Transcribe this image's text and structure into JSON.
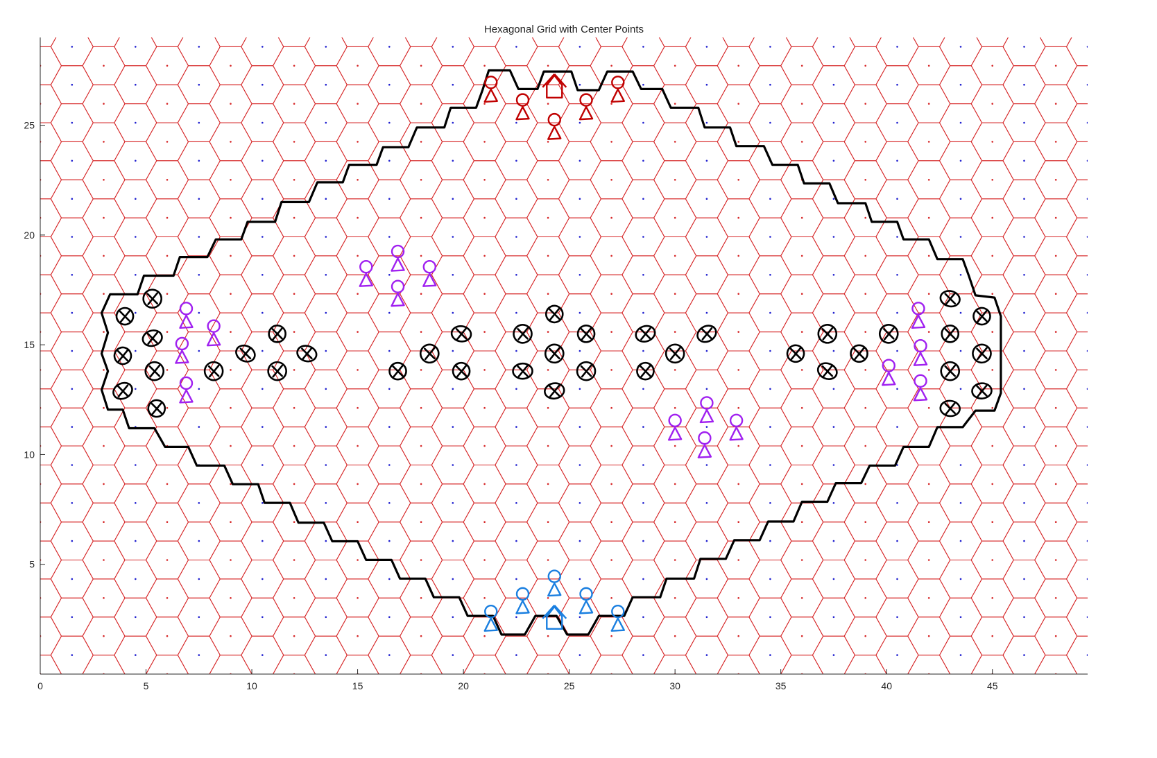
{
  "chart_data": {
    "type": "scatter",
    "title": "Hexagonal Grid with Center Points",
    "xlabel": "",
    "ylabel": "",
    "xlim": [
      0,
      49.5
    ],
    "ylim": [
      0,
      29
    ],
    "x_ticks": [
      0,
      5,
      10,
      15,
      20,
      25,
      30,
      35,
      40,
      45
    ],
    "y_ticks": [
      5,
      10,
      15,
      20,
      25
    ],
    "grid": false,
    "hex_grid": {
      "edge_length": 1,
      "column_spacing": 1.5,
      "row_spacing": 1.732,
      "hex_edge_color": "#d62728",
      "even_column_center_color": "#d62728",
      "odd_column_center_color": "#1f1fcf"
    },
    "colors": {
      "boundary": "#000000",
      "enemy_team": "#c00000",
      "friendly_team": "#1a7fe0",
      "neutral_units": "#a020f0",
      "obstacles": "#000000"
    },
    "annotations": {
      "boundary_outline": [
        [
          2.9,
          16.45
        ],
        [
          3.3,
          17.3
        ],
        [
          4.6,
          17.3
        ],
        [
          4.9,
          18.15
        ],
        [
          6.3,
          18.15
        ],
        [
          6.6,
          19.0
        ],
        [
          7.9,
          19.0
        ],
        [
          8.3,
          19.8
        ],
        [
          9.5,
          19.8
        ],
        [
          9.8,
          20.6
        ],
        [
          11.1,
          20.6
        ],
        [
          11.4,
          21.5
        ],
        [
          12.7,
          21.5
        ],
        [
          13.1,
          22.4
        ],
        [
          14.3,
          22.4
        ],
        [
          14.6,
          23.2
        ],
        [
          15.9,
          23.2
        ],
        [
          16.2,
          24.0
        ],
        [
          17.4,
          24.0
        ],
        [
          17.8,
          24.9
        ],
        [
          19.1,
          24.9
        ],
        [
          19.4,
          25.8
        ],
        [
          20.6,
          25.8
        ],
        [
          20.9,
          26.6
        ],
        [
          21.2,
          27.5
        ],
        [
          22.2,
          27.5
        ],
        [
          22.6,
          26.65
        ],
        [
          23.5,
          26.65
        ],
        [
          23.8,
          27.45
        ],
        [
          25.1,
          27.45
        ],
        [
          25.4,
          26.6
        ],
        [
          26.4,
          26.6
        ],
        [
          26.8,
          27.45
        ],
        [
          28.0,
          27.45
        ],
        [
          28.4,
          26.65
        ],
        [
          29.4,
          26.65
        ],
        [
          29.8,
          25.8
        ],
        [
          31.1,
          25.8
        ],
        [
          31.4,
          24.9
        ],
        [
          32.6,
          24.9
        ],
        [
          32.9,
          24.05
        ],
        [
          34.2,
          24.05
        ],
        [
          34.6,
          23.2
        ],
        [
          35.8,
          23.2
        ],
        [
          36.1,
          22.35
        ],
        [
          37.3,
          22.35
        ],
        [
          37.7,
          21.45
        ],
        [
          39.0,
          21.45
        ],
        [
          39.3,
          20.6
        ],
        [
          40.5,
          20.6
        ],
        [
          40.8,
          19.8
        ],
        [
          42.0,
          19.8
        ],
        [
          42.4,
          18.9
        ],
        [
          43.6,
          18.9
        ],
        [
          43.9,
          18.1
        ],
        [
          44.2,
          17.25
        ],
        [
          45.1,
          17.15
        ],
        [
          45.4,
          16.3
        ],
        [
          45.4,
          12.8
        ],
        [
          45.1,
          12.0
        ],
        [
          44.2,
          12.0
        ],
        [
          43.6,
          11.25
        ],
        [
          42.4,
          11.25
        ],
        [
          42.0,
          10.35
        ],
        [
          40.8,
          10.35
        ],
        [
          40.4,
          9.5
        ],
        [
          39.2,
          9.5
        ],
        [
          38.8,
          8.7
        ],
        [
          37.6,
          8.7
        ],
        [
          37.2,
          7.85
        ],
        [
          36.0,
          7.85
        ],
        [
          35.6,
          6.95
        ],
        [
          34.4,
          6.95
        ],
        [
          34.0,
          6.1
        ],
        [
          32.8,
          6.1
        ],
        [
          32.4,
          5.25
        ],
        [
          31.2,
          5.25
        ],
        [
          30.9,
          4.35
        ],
        [
          29.6,
          4.35
        ],
        [
          29.3,
          3.5
        ],
        [
          28.0,
          3.5
        ],
        [
          27.6,
          2.65
        ],
        [
          26.4,
          2.65
        ],
        [
          25.9,
          1.8
        ],
        [
          24.9,
          1.8
        ],
        [
          24.4,
          2.65
        ],
        [
          23.4,
          2.65
        ],
        [
          22.9,
          1.8
        ],
        [
          21.8,
          1.8
        ],
        [
          21.4,
          2.65
        ],
        [
          20.2,
          2.65
        ],
        [
          19.8,
          3.5
        ],
        [
          18.6,
          3.5
        ],
        [
          18.2,
          4.35
        ],
        [
          17.0,
          4.35
        ],
        [
          16.6,
          5.2
        ],
        [
          15.4,
          5.2
        ],
        [
          15.0,
          6.05
        ],
        [
          13.8,
          6.05
        ],
        [
          13.4,
          6.9
        ],
        [
          12.2,
          6.9
        ],
        [
          11.8,
          7.8
        ],
        [
          10.6,
          7.8
        ],
        [
          10.3,
          8.65
        ],
        [
          9.1,
          8.65
        ],
        [
          8.7,
          9.5
        ],
        [
          7.4,
          9.5
        ],
        [
          7.0,
          10.35
        ],
        [
          5.9,
          10.35
        ],
        [
          5.4,
          11.2
        ],
        [
          4.2,
          11.2
        ],
        [
          3.9,
          12.05
        ],
        [
          3.2,
          12.05
        ],
        [
          2.9,
          12.95
        ],
        [
          3.2,
          13.8
        ],
        [
          2.9,
          14.6
        ],
        [
          3.2,
          15.55
        ],
        [
          2.9,
          16.45
        ]
      ],
      "enemy_team_units": [
        {
          "kind": "unit",
          "x": 21.3,
          "y": 26.7
        },
        {
          "kind": "unit",
          "x": 22.8,
          "y": 25.9
        },
        {
          "kind": "base",
          "x": 24.3,
          "y": 26.7
        },
        {
          "kind": "unit",
          "x": 24.3,
          "y": 25.0
        },
        {
          "kind": "unit",
          "x": 25.8,
          "y": 25.9
        },
        {
          "kind": "unit",
          "x": 27.3,
          "y": 26.7
        }
      ],
      "friendly_team_units": [
        {
          "kind": "unit",
          "x": 21.3,
          "y": 2.6
        },
        {
          "kind": "unit",
          "x": 22.8,
          "y": 3.4
        },
        {
          "kind": "unit",
          "x": 24.3,
          "y": 4.2
        },
        {
          "kind": "base",
          "x": 24.3,
          "y": 2.5
        },
        {
          "kind": "unit",
          "x": 25.8,
          "y": 3.4
        },
        {
          "kind": "unit",
          "x": 27.3,
          "y": 2.6
        }
      ],
      "neutral_units": [
        {
          "x": 6.9,
          "y": 16.4
        },
        {
          "x": 6.7,
          "y": 14.8
        },
        {
          "x": 6.9,
          "y": 13.0
        },
        {
          "x": 8.2,
          "y": 15.6
        },
        {
          "x": 15.4,
          "y": 18.3
        },
        {
          "x": 16.9,
          "y": 19.0
        },
        {
          "x": 16.9,
          "y": 17.4
        },
        {
          "x": 18.4,
          "y": 18.3
        },
        {
          "x": 30.0,
          "y": 11.3
        },
        {
          "x": 31.5,
          "y": 12.1
        },
        {
          "x": 31.4,
          "y": 10.5
        },
        {
          "x": 32.9,
          "y": 11.3
        },
        {
          "x": 41.5,
          "y": 16.4
        },
        {
          "x": 41.6,
          "y": 14.7
        },
        {
          "x": 40.1,
          "y": 13.8
        },
        {
          "x": 41.6,
          "y": 13.1
        }
      ],
      "obstacles": [
        {
          "x": 4.0,
          "y": 16.3
        },
        {
          "x": 5.3,
          "y": 17.1
        },
        {
          "x": 5.3,
          "y": 15.3
        },
        {
          "x": 3.9,
          "y": 14.5
        },
        {
          "x": 5.4,
          "y": 13.8
        },
        {
          "x": 3.9,
          "y": 12.9
        },
        {
          "x": 5.5,
          "y": 12.1
        },
        {
          "x": 8.2,
          "y": 13.8
        },
        {
          "x": 9.7,
          "y": 14.6
        },
        {
          "x": 11.2,
          "y": 15.5
        },
        {
          "x": 11.2,
          "y": 13.8
        },
        {
          "x": 12.6,
          "y": 14.6
        },
        {
          "x": 16.9,
          "y": 13.8
        },
        {
          "x": 18.4,
          "y": 14.6
        },
        {
          "x": 19.9,
          "y": 15.5
        },
        {
          "x": 19.9,
          "y": 13.8
        },
        {
          "x": 22.8,
          "y": 15.5
        },
        {
          "x": 22.8,
          "y": 13.8
        },
        {
          "x": 24.3,
          "y": 16.4
        },
        {
          "x": 24.3,
          "y": 14.6
        },
        {
          "x": 24.3,
          "y": 12.9
        },
        {
          "x": 25.8,
          "y": 15.5
        },
        {
          "x": 25.8,
          "y": 13.8
        },
        {
          "x": 28.6,
          "y": 15.5
        },
        {
          "x": 28.6,
          "y": 13.8
        },
        {
          "x": 30.0,
          "y": 14.6
        },
        {
          "x": 31.5,
          "y": 15.5
        },
        {
          "x": 35.7,
          "y": 14.6
        },
        {
          "x": 37.2,
          "y": 15.5
        },
        {
          "x": 37.2,
          "y": 13.8
        },
        {
          "x": 38.7,
          "y": 14.6
        },
        {
          "x": 40.1,
          "y": 15.5
        },
        {
          "x": 43.0,
          "y": 17.1
        },
        {
          "x": 43.0,
          "y": 15.5
        },
        {
          "x": 43.0,
          "y": 13.8
        },
        {
          "x": 43.0,
          "y": 12.1
        },
        {
          "x": 44.5,
          "y": 16.3
        },
        {
          "x": 44.5,
          "y": 14.6
        },
        {
          "x": 44.5,
          "y": 12.9
        }
      ]
    }
  }
}
